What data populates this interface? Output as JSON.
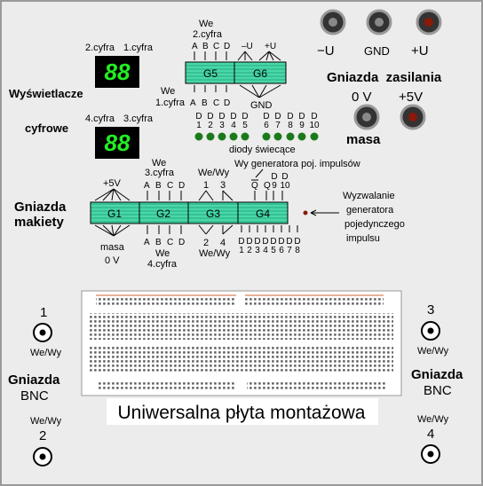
{
  "displays": {
    "title_line1": "Wyświetlacze",
    "title_line2": "cyfrowe",
    "d1_left_label": "2.cyfra",
    "d1_right_label": "1.cyfra",
    "d2_left_label": "4.cyfra",
    "d2_right_label": "3.cyfra",
    "digits": "88"
  },
  "g56": {
    "we_top": "We",
    "cyfra_top": "2.cyfra",
    "we_bottom": "We",
    "cyfra_bottom": "1.cyfra",
    "pins_g5": [
      "A",
      "B",
      "C",
      "D"
    ],
    "pins_g6": [
      "–U",
      "+U"
    ],
    "g5_label": "G5",
    "g6_label": "G6",
    "gnd_label": "GND"
  },
  "leds": {
    "group1": [
      "D\n1",
      "D\n2",
      "D\n3",
      "D\n4",
      "D\n5"
    ],
    "group2": [
      "D\n6",
      "D\n7",
      "D\n8",
      "D\n9",
      "D\n10"
    ],
    "caption": "diody świecące",
    "color": "#1a7a1a"
  },
  "power": {
    "minus_u": "−U",
    "gnd": "GND",
    "plus_u": "+U",
    "gniazda_title": "Gniazda  zasilania",
    "ov_label": "0 V",
    "p5v_label": "+5V",
    "masa_label": "masa"
  },
  "makiety": {
    "title_line1": "Gniazda",
    "title_line2": "makiety",
    "plus5v": "+5V",
    "masa": "masa",
    "ov": "0 V",
    "g1": "G1",
    "g2": "G2",
    "g3": "G3",
    "g4": "G4",
    "g2_we_top": "We",
    "g2_cyfra_top": "3.cyfra",
    "g2_pins_top": [
      "A",
      "B",
      "C",
      "D"
    ],
    "g2_pins_bottom": [
      "A",
      "B",
      "C",
      "D"
    ],
    "g2_we_bottom": "We",
    "g2_cyfra_bottom": "4.cyfra",
    "g3_wewy_top": "We/Wy",
    "g3_top_1": "1",
    "g3_top_3": "3",
    "g3_bottom_2": "2",
    "g3_bottom_4": "4",
    "g3_wewy_bottom": "We/Wy",
    "gen_label": "Wy generatora poj. impulsów",
    "g4_q_bar": "Q",
    "g4_q": "Q",
    "g4_d10": "D\n10",
    "g4_d9": "D\n9",
    "g4_bottom_pins": [
      "D\n1",
      "D\n2",
      "D\n3",
      "D\n4",
      "D\n5",
      "D\n6",
      "D\n7",
      "D\n8"
    ],
    "trigger_label": [
      "Wyzwalanie",
      "generatora",
      "pojedynczego",
      "impulsu"
    ],
    "socket_color": "#48d8a8"
  },
  "breadboard": {
    "caption": "Uniwersalna płyta montażowa"
  },
  "bnc": {
    "n1": "1",
    "n2": "2",
    "n3": "3",
    "n4": "4",
    "wewy_1": "We/Wy",
    "wewy_2": "We/Wy",
    "wewy_3": "We/Wy",
    "wewy_4": "We/Wy",
    "left_title_line1": "Gniazda",
    "left_title_line2": "BNC",
    "right_title_line1": "Gniazda",
    "right_title_line2": "BNC"
  }
}
